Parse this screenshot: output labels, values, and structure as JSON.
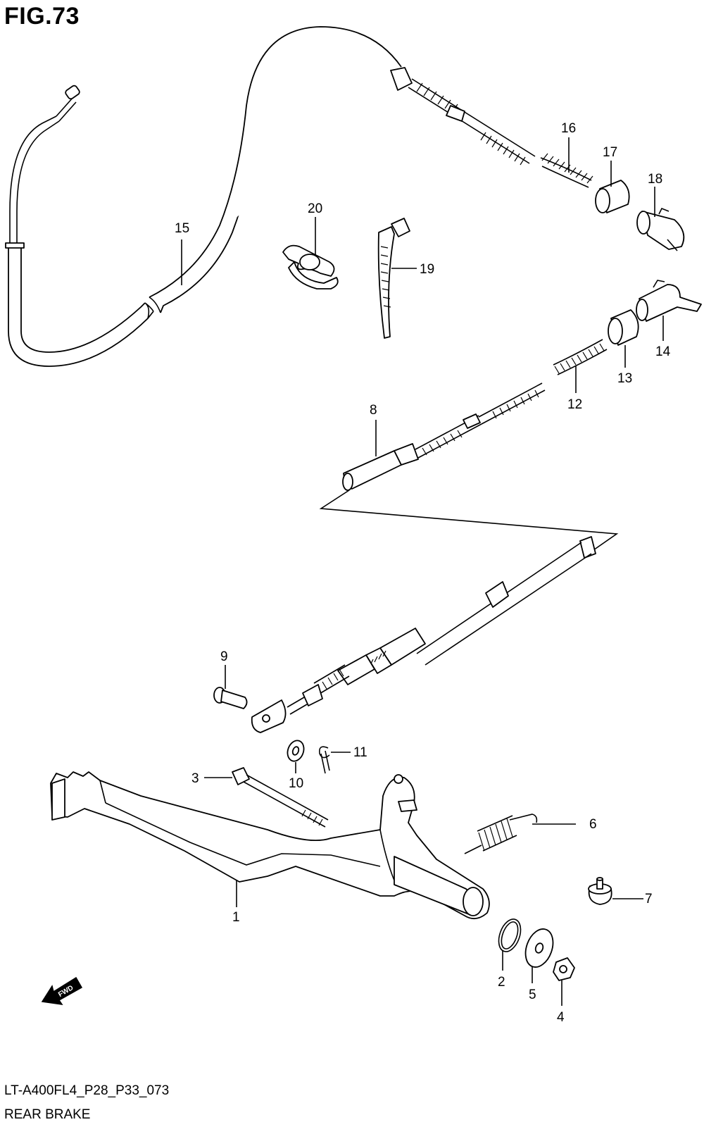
{
  "figure": {
    "title": "FIG.73",
    "code": "LT-A400FL4_P28_P33_073",
    "name": "REAR BRAKE"
  },
  "callouts": {
    "p1": "1",
    "p2": "2",
    "p3": "3",
    "p4": "4",
    "p5": "5",
    "p6": "6",
    "p7": "7",
    "p8": "8",
    "p9": "9",
    "p10": "10",
    "p11": "11",
    "p12": "12",
    "p13": "13",
    "p14": "14",
    "p15": "15",
    "p16": "16",
    "p17": "17",
    "p18": "18",
    "p19": "19",
    "p20": "20"
  },
  "fwd_marker": "FWD"
}
